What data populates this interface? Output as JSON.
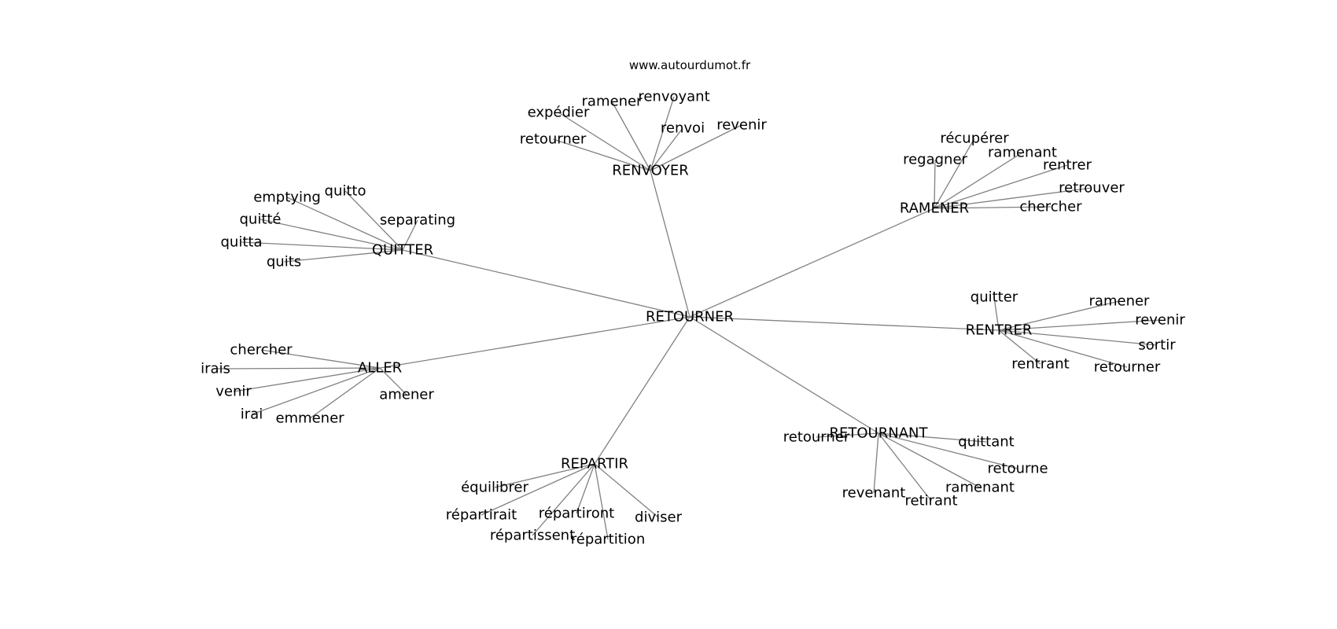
{
  "site": "www.autourdumot.fr",
  "center": "RETOURNER",
  "clusters": [
    {
      "hub": "RENVOYER",
      "words": [
        "retourner",
        "expédier",
        "ramener",
        "renvoyant",
        "renvoi",
        "revenir"
      ]
    },
    {
      "hub": "RAMENER",
      "words": [
        "récupérer",
        "regagner",
        "ramenant",
        "rentrer",
        "retrouver",
        "chercher"
      ]
    },
    {
      "hub": "QUITTER",
      "words": [
        "emptying",
        "quitto",
        "separating",
        "quitté",
        "quitta",
        "quits"
      ]
    },
    {
      "hub": "RENTRER",
      "words": [
        "quitter",
        "ramener",
        "revenir",
        "sortir",
        "rentrant",
        "retourner"
      ]
    },
    {
      "hub": "ALLER",
      "words": [
        "chercher",
        "irais",
        "venir",
        "irai",
        "emmener",
        "amener"
      ]
    },
    {
      "hub": "RETOURNANT",
      "words": [
        "retourner",
        "quittant",
        "retourne",
        "ramenant",
        "retirant",
        "revenant"
      ]
    },
    {
      "hub": "REPARTIR",
      "words": [
        "équilibrer",
        "répartirait",
        "répartiront",
        "répartissent",
        "répartition",
        "diviser"
      ]
    }
  ]
}
